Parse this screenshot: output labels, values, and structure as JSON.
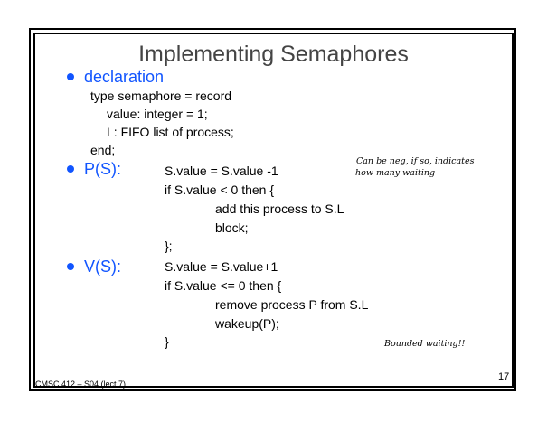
{
  "title": "Implementing Semaphores",
  "sections": {
    "declaration": {
      "label": "declaration",
      "lines": [
        "type semaphore = record",
        "value: integer = 1;",
        "L: FIFO list of process;",
        "end;"
      ]
    },
    "p": {
      "label": "P(S):",
      "lines": [
        "S.value = S.value -1",
        "if S.value < 0 then {",
        "add this process to S.L",
        "block;",
        "};"
      ]
    },
    "v": {
      "label": "V(S):",
      "lines": [
        "S.value = S.value+1",
        "if S.value <= 0 then {",
        "remove process P from S.L",
        "wakeup(P);",
        "}"
      ]
    }
  },
  "notes": {
    "negative": [
      "Can be neg, if so, indicates",
      "how many waiting"
    ],
    "bounded": "Bounded waiting!!"
  },
  "footer": {
    "course": "CMSC 412 – S04  (lect 7)",
    "page": "17"
  }
}
